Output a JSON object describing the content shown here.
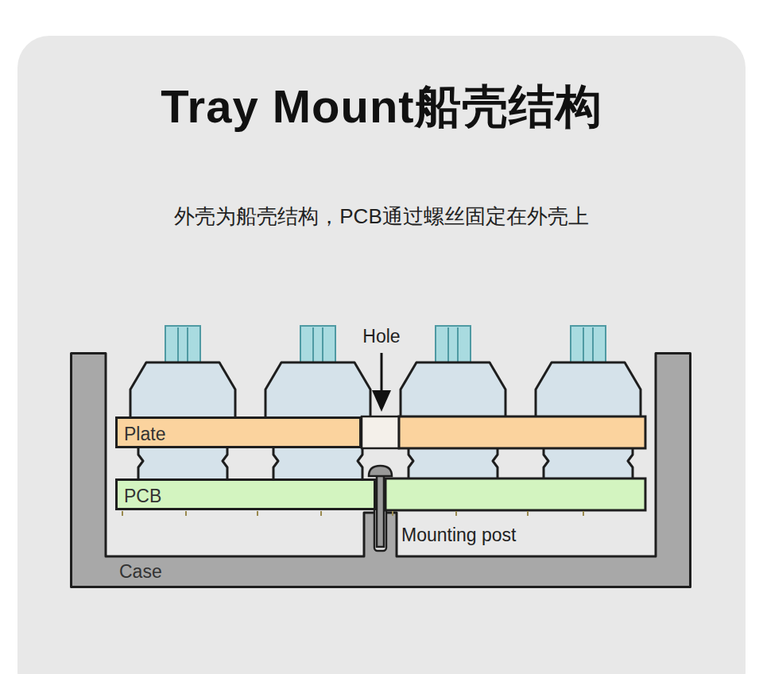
{
  "diagram": {
    "title": "Tray Mount船壳结构",
    "caption": "外壳为船壳结构，PCB通过螺丝固定在外壳上",
    "nodes": [
      {
        "text": [
          "Case"
        ]
      },
      {
        "text": [
          "Plate"
        ],
        "in": 0
      },
      {
        "text": [
          "PCB"
        ],
        "in": 0
      }
    ],
    "labels": [
      "Hole",
      "Mounting post"
    ]
  }
}
